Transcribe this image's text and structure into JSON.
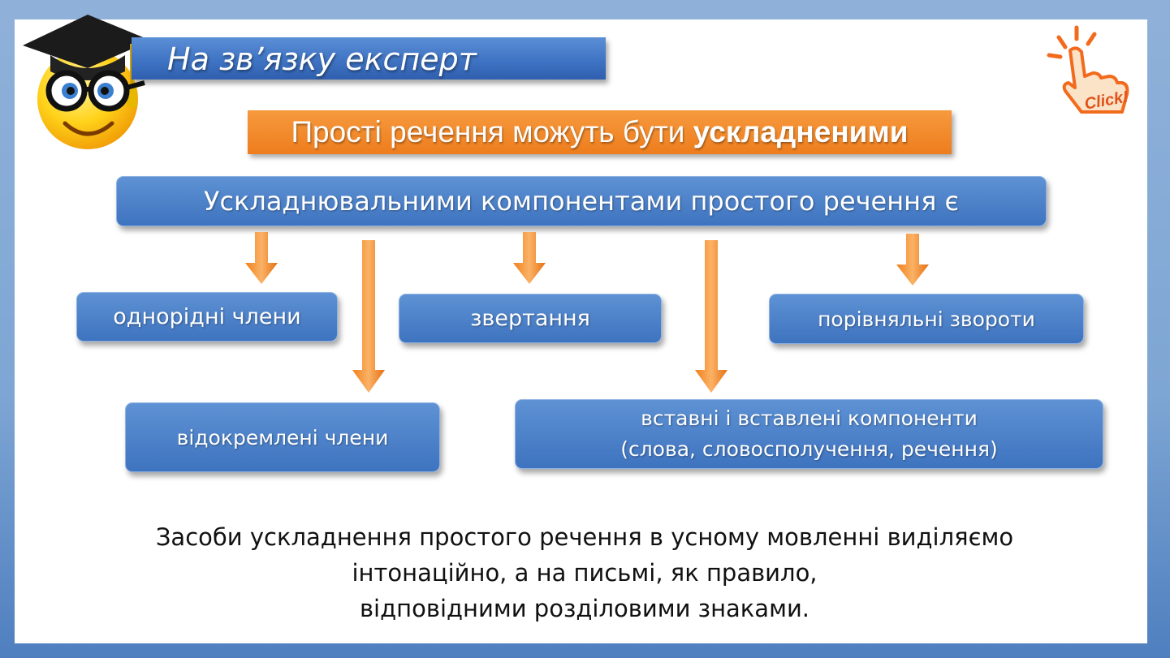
{
  "title": "На зв’язку експерт",
  "subtitle": {
    "part1": "Прості речення можуть бути ",
    "bold": "ускладненими"
  },
  "main_heading": "Ускладнювальними компонентами простого речення є",
  "components": {
    "homogeneous": "однорідні члени",
    "address": "звертання",
    "comparative": "порівняльні звороти",
    "separated": "відокремлені члени",
    "inserted_line1": "вставні і вставлені компоненти",
    "inserted_line2": "(слова, словосполучення, речення)"
  },
  "note": {
    "line1": "Засоби ускладнення простого речення в усному мовленні виділяємо",
    "line2": "інтонаційно, а на письмі, як правило,",
    "line3": "відповідними розділовими знаками."
  },
  "click_label": "Click!",
  "icons": {
    "mascot": "graduate-smiley-icon",
    "click": "pointing-hand-click-icon"
  },
  "colors": {
    "accent_blue": "#3e73bf",
    "accent_orange": "#ee7d1d"
  }
}
